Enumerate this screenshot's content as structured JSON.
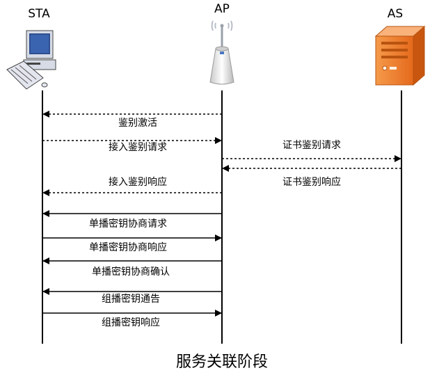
{
  "entities": {
    "sta": "STA",
    "ap": "AP",
    "as": "AS"
  },
  "messages": [
    {
      "label": "鉴别激活",
      "from": "ap",
      "to": "sta",
      "style": "dashed"
    },
    {
      "label": "接入鉴别请求",
      "from": "sta",
      "to": "ap",
      "style": "dashed"
    },
    {
      "label": "证书鉴别请求",
      "from": "ap",
      "to": "as",
      "style": "dashed"
    },
    {
      "label": "证书鉴别响应",
      "from": "as",
      "to": "ap",
      "style": "dashed"
    },
    {
      "label": "接入鉴别响应",
      "from": "ap",
      "to": "sta",
      "style": "dashed"
    },
    {
      "label": "单播密钥协商请求",
      "from": "ap",
      "to": "sta",
      "style": "solid"
    },
    {
      "label": "单播密钥协商响应",
      "from": "sta",
      "to": "ap",
      "style": "solid"
    },
    {
      "label": "单播密钥协商确认",
      "from": "ap",
      "to": "sta",
      "style": "solid"
    },
    {
      "label": "组播密钥通告",
      "from": "ap",
      "to": "sta",
      "style": "solid"
    },
    {
      "label": "组播密钥响应",
      "from": "sta",
      "to": "ap",
      "style": "solid"
    }
  ],
  "caption": "服务关联阶段",
  "colors": {
    "server_orange": "#f07b2a",
    "monitor_blue": "#2f4f8f",
    "antenna_blue": "#4a78c0"
  }
}
